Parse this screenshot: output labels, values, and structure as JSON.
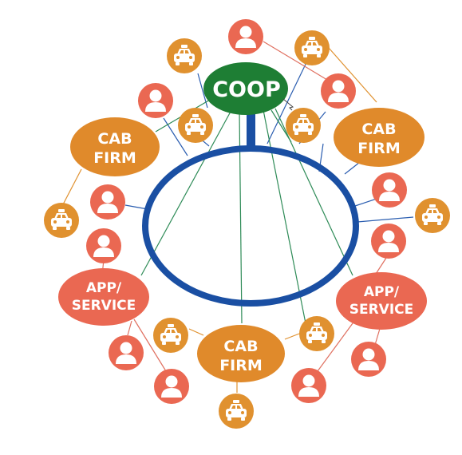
{
  "colors": {
    "coop": "#1e7e34",
    "cab_firm": "#e08a2b",
    "app_service": "#ea6852",
    "ring": "#1a4fa3",
    "coop_link": "#2e8b57",
    "ring_link": "#2a5db0",
    "taxi_link": "#e0912f",
    "person_link": "#e07060",
    "taxi_icon": "#e0912f",
    "person_icon": "#ea6852"
  },
  "nodes": {
    "coop": {
      "label": "COOP"
    },
    "cab_firm_left": {
      "line1": "CAB",
      "line2": "FIRM"
    },
    "cab_firm_right": {
      "line1": "CAB",
      "line2": "FIRM"
    },
    "cab_firm_bottom": {
      "line1": "CAB",
      "line2": "FIRM"
    },
    "app_service_left": {
      "line1": "APP/",
      "line2": "SERVICE"
    },
    "app_service_right": {
      "line1": "APP/",
      "line2": "SERVICE"
    }
  },
  "icons": {
    "taxi": "taxi-icon",
    "person": "person-icon"
  }
}
